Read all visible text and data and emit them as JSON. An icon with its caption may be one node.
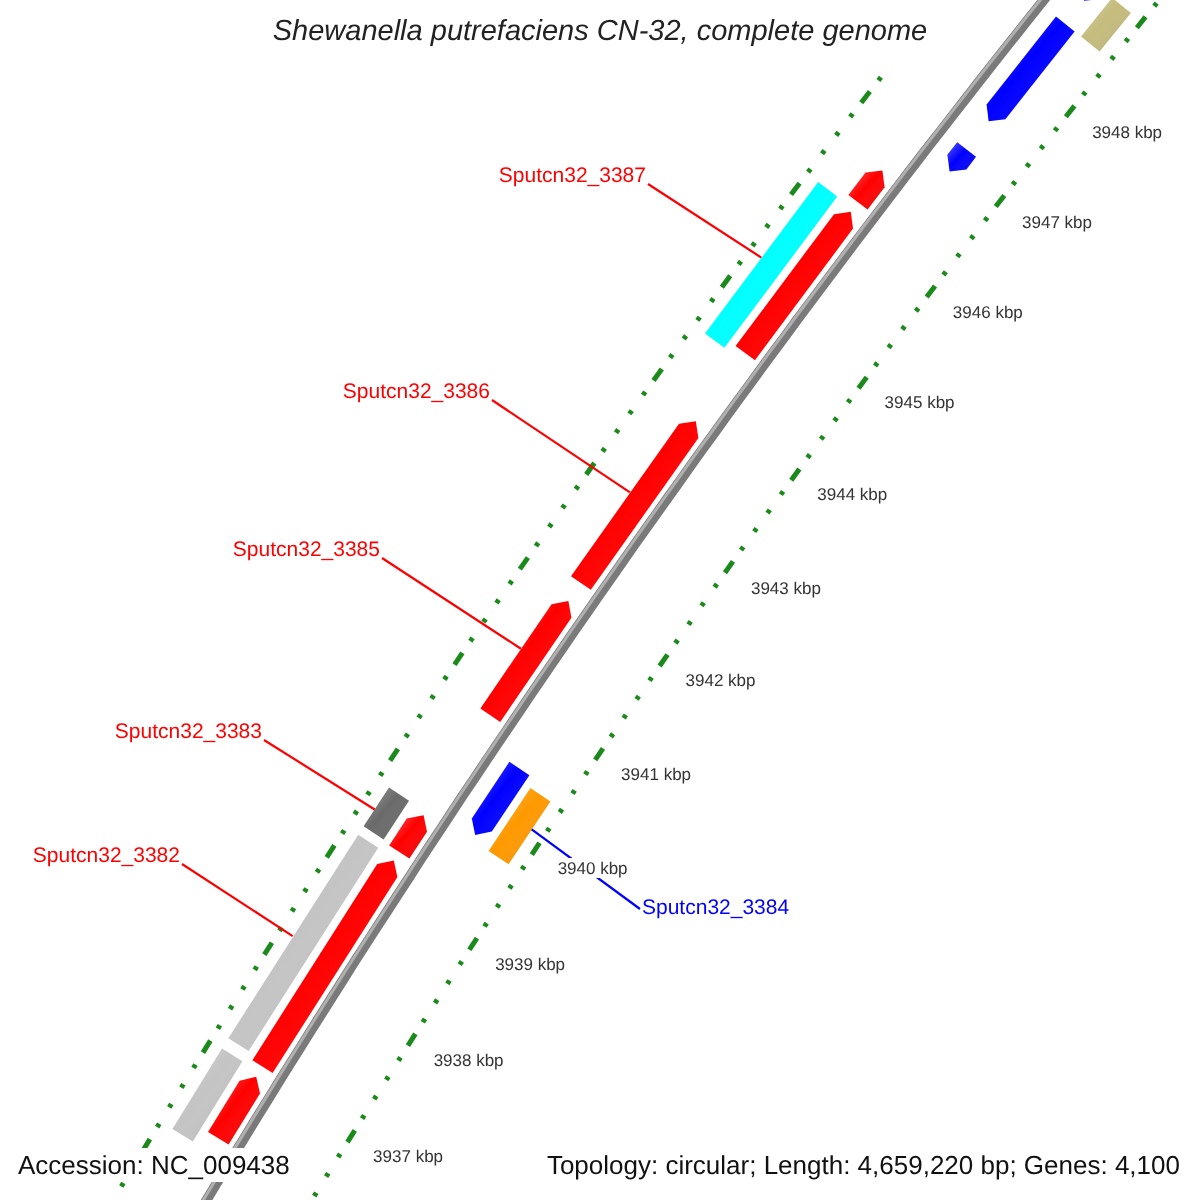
{
  "diagram": {
    "title": "Shewanella putrefaciens CN-32, complete genome",
    "nodes": [
      {
        "text": [],
        "shape": "bar"
      },
      {
        "text": [],
        "shape": "bar"
      },
      {
        "text": [],
        "shape": "bar"
      },
      {
        "text": [],
        "shape": "bar"
      },
      {
        "text": [
          "Sputcn32_3387"
        ]
      },
      {
        "text": [],
        "shape": "bar"
      },
      {
        "text": [],
        "shape": "bar"
      },
      {
        "text": [],
        "shape": "bar"
      },
      {
        "text": [
          "Sputcn32_3386"
        ]
      },
      {
        "text": [],
        "shape": "bar"
      },
      {
        "text": [
          "Sputcn32_3385"
        ]
      },
      {
        "text": [],
        "shape": "bar"
      },
      {
        "text": [
          "Sputcn32_3383"
        ]
      },
      {
        "text": [],
        "shape": "bar"
      },
      {
        "text": [],
        "shape": "bar"
      },
      {
        "text": [],
        "shape": "bar"
      },
      {
        "text": [],
        "shape": "bar"
      },
      {
        "text": [
          "Sputcn32_3382"
        ]
      },
      {
        "text": [
          "Sputcn32_3384"
        ]
      },
      {
        "text": [],
        "shape": "bar"
      },
      {
        "text": [],
        "shape": "bar"
      },
      {
        "text": [],
        "shape": "bar"
      },
      {
        "text": [],
        "shape": "bar"
      }
    ],
    "edges": [
      {
        "from": 4,
        "to": 6,
        "arrow": "none"
      },
      {
        "from": 8,
        "to": 9,
        "arrow": "none"
      },
      {
        "from": 10,
        "to": 11,
        "arrow": "none"
      },
      {
        "from": 12,
        "to": 13,
        "arrow": "none"
      },
      {
        "from": 17,
        "to": 19,
        "arrow": "none"
      },
      {
        "from": 18,
        "to": 16,
        "arrow": "none",
        "color": "#0000ff"
      }
    ],
    "labels": [
      "3948 kbp",
      "3947 kbp",
      "3946 kbp",
      "3945 kbp",
      "3944 kbp",
      "3943 kbp",
      "3942 kbp",
      "3941 kbp",
      "3940 kbp",
      "3939 kbp",
      "3938 kbp",
      "3937 kbp",
      "Accession: NC_009438",
      "Topology: circular; Length: 4,659,220 bp; Genes: 4,100"
    ]
  }
}
